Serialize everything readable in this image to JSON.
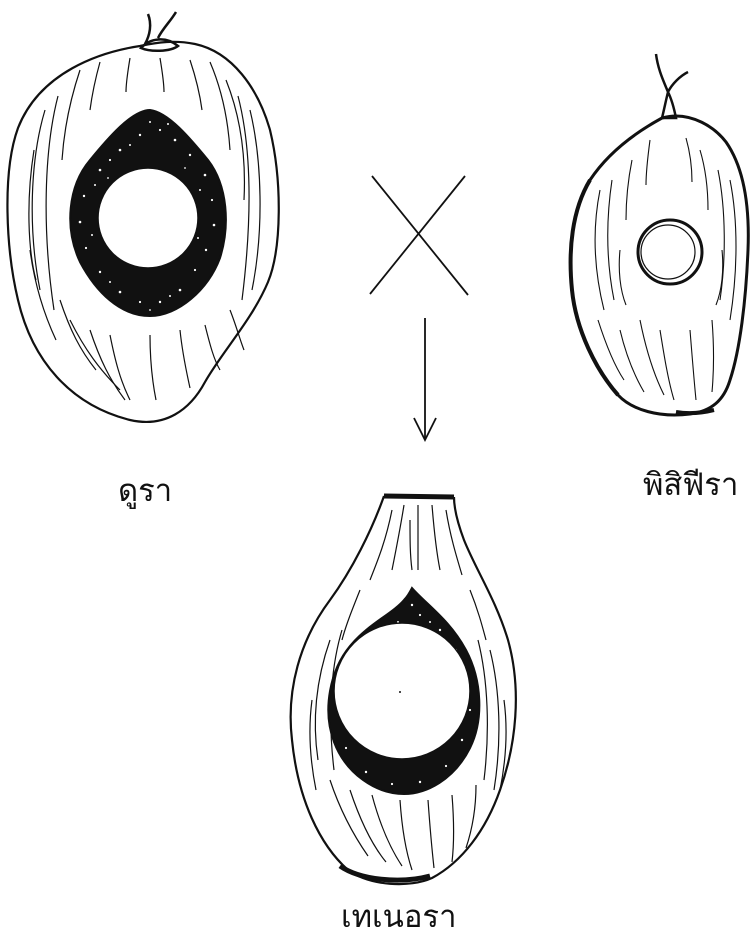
{
  "labels": {
    "dura": "ดูรา",
    "pisifera": "พิสิฟีรา",
    "tenera": "เทเนอรา"
  },
  "colors": {
    "ink": "#111111",
    "background": "#ffffff",
    "speckle": "#ffffff"
  },
  "icons": {
    "cross": "cross-symbol-icon",
    "arrow": "arrow-down-icon"
  }
}
